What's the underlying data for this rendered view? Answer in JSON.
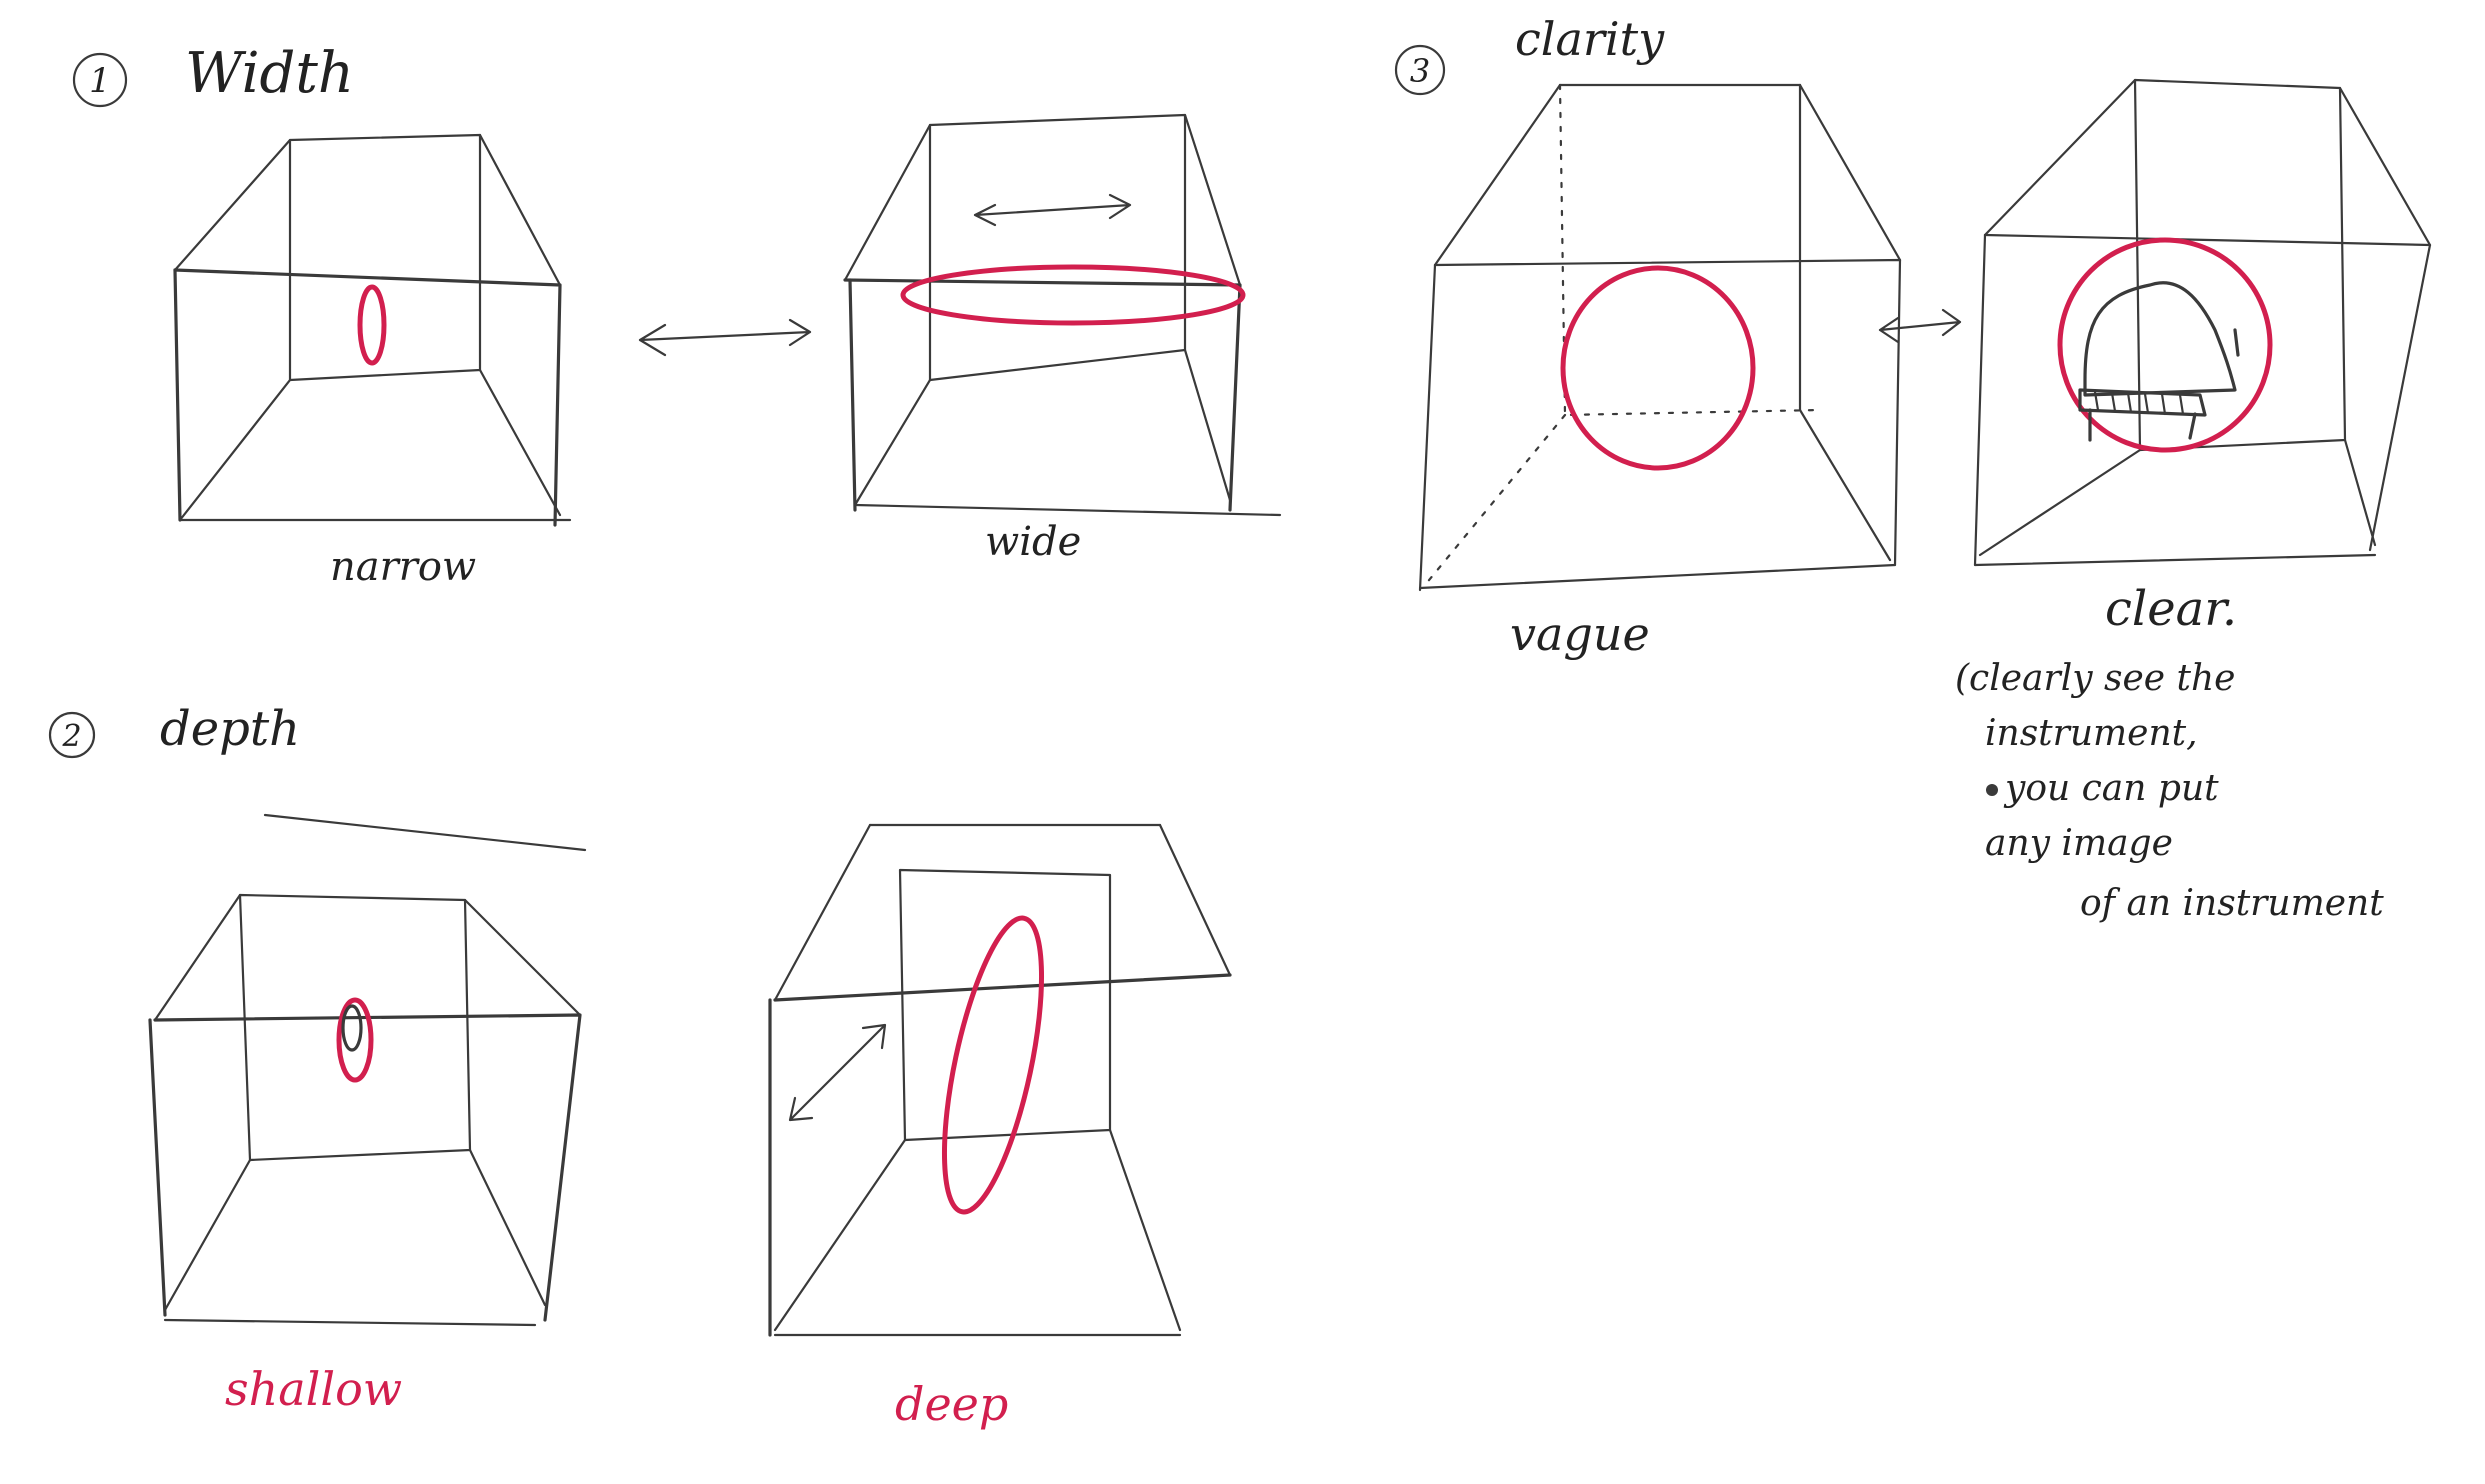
{
  "colors": {
    "ink": "#3a3a3a",
    "accent": "#d21f4e",
    "paper": "#ffffff"
  },
  "sections": {
    "width": {
      "number": "1",
      "title": "Width",
      "left_label": "narrow",
      "right_label": "wide"
    },
    "depth": {
      "number": "2",
      "title": "depth",
      "left_label": "shallow",
      "right_label": "deep"
    },
    "clarity": {
      "number": "3",
      "title": "clarity",
      "left_label": "vague",
      "right_label": "clear.",
      "note_lines": [
        "(clearly see the",
        "instrument,",
        "you can put",
        "any image",
        "of an instrument"
      ]
    }
  },
  "icons": {
    "instrument": "grand-piano-icon",
    "arrow": "double-arrow-icon"
  }
}
